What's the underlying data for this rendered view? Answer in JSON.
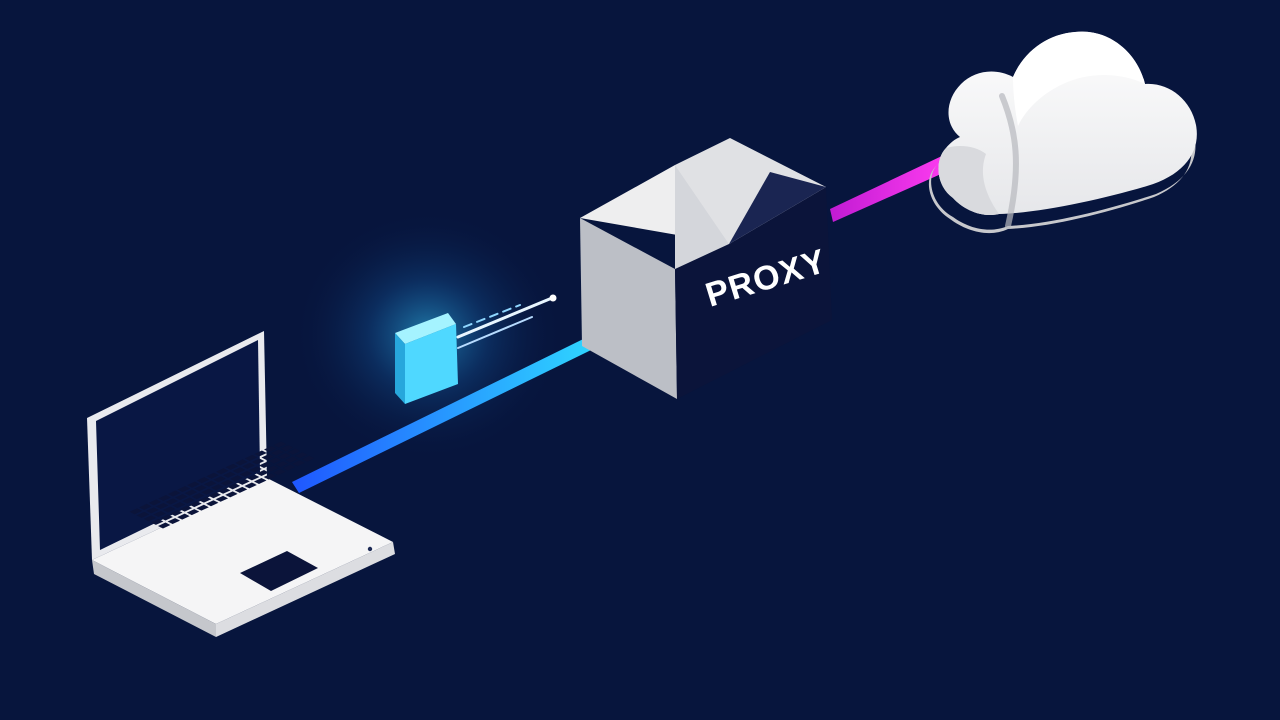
{
  "diagram": {
    "proxy_label": "PROXY",
    "nodes": [
      {
        "id": "laptop",
        "icon": "laptop-icon"
      },
      {
        "id": "packet",
        "icon": "data-packet-icon"
      },
      {
        "id": "proxy",
        "icon": "proxy-server-icon"
      },
      {
        "id": "cloud",
        "icon": "cloud-icon"
      }
    ],
    "links": [
      {
        "from": "laptop",
        "to": "proxy",
        "color_start": "#1f57ff",
        "color_end": "#31e6ff"
      },
      {
        "from": "proxy",
        "to": "cloud",
        "color_start": "#c11bd3",
        "color_end": "#ff3df0"
      }
    ]
  },
  "colors": {
    "background": "#07153d",
    "cube_light": "#ececec",
    "cube_mid": "#b9bcc4",
    "cube_dark": "#0b143a",
    "cloud_top": "#f8f8f8",
    "cloud_side": "#c7c8cc",
    "laptop_body": "#f5f5f6",
    "laptop_screen": "#091744",
    "packet": "#4fd8ff",
    "glow": "#35cfff"
  }
}
